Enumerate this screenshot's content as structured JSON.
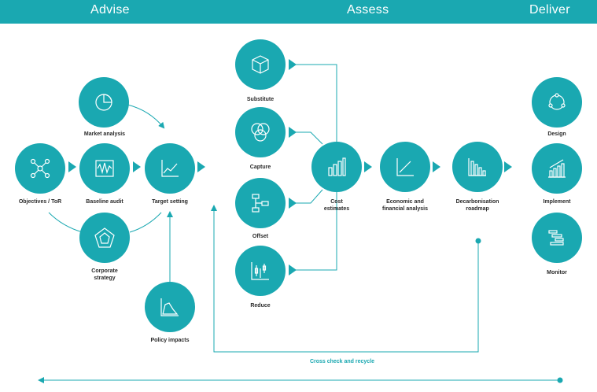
{
  "phases": {
    "advise": "Advise",
    "assess": "Assess",
    "deliver": "Deliver"
  },
  "nodes": {
    "market_analysis": "Market analysis",
    "objectives_tor": "Objectives / ToR",
    "baseline_audit": "Baseline audit",
    "target_setting": "Target setting",
    "corporate_strategy": "Corporate\nstrategy",
    "policy_impacts": "Policy impacts",
    "substitute": "Substitute",
    "capture": "Capture",
    "offset": "Offset",
    "reduce": "Reduce",
    "cost_estimates": "Cost\nestimates",
    "economic_financial_analysis": "Economic and\nfinancial analysis",
    "decarbonisation_roadmap": "Decarbonisation\nroadmap",
    "design": "Design",
    "implement": "Implement",
    "monitor": "Monitor"
  },
  "footer": {
    "cross_check": "Cross check and recycle"
  },
  "colors": {
    "teal": "#1aa8b1",
    "text": "#2a2a2a",
    "background": "#ffffff"
  },
  "icons": {
    "market_analysis": "pie-chart-icon",
    "objectives_tor": "network-icon",
    "baseline_audit": "waveform-icon",
    "target_setting": "line-chart-icon",
    "corporate_strategy": "radar-icon",
    "policy_impacts": "area-chart-icon",
    "substitute": "cube-icon",
    "capture": "venn-icon",
    "offset": "flowchart-icon",
    "reduce": "candlestick-icon",
    "cost_estimates": "bar-chart-icon",
    "economic_financial_analysis": "axis-chart-icon",
    "decarbonisation_roadmap": "declining-bars-icon",
    "design": "cycle-icon",
    "implement": "rising-bars-icon",
    "monitor": "gantt-icon"
  }
}
